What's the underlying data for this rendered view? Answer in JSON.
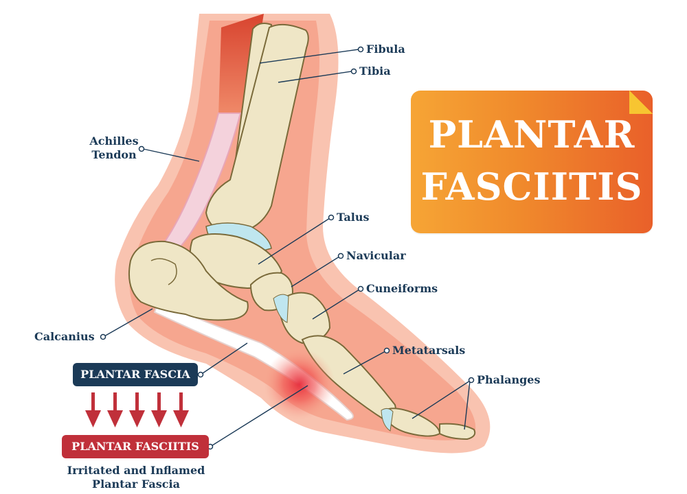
{
  "title": {
    "line1": "PLANTAR",
    "line2": "FASCIITIS"
  },
  "labels": {
    "fibula": "Fibula",
    "tibia": "Tibia",
    "achilles_1": "Achilles",
    "achilles_2": "Tendon",
    "talus": "Talus",
    "navicular": "Navicular",
    "cuneiforms": "Cuneiforms",
    "metatarsals": "Metatarsals",
    "phalanges": "Phalanges",
    "calcanius": "Calcanius"
  },
  "boxes": {
    "plantar_fascia": "PLANTAR FASCIA",
    "plantar_fasciitis": "PLANTAR FASCIITIS"
  },
  "caption": {
    "line1": "Irritated and Inflamed",
    "line2": "Plantar Fascia"
  },
  "colors": {
    "navy": "#1b3a57",
    "red": "#c0303a",
    "bone": "#efe6c6",
    "cartilage": "#bfe6ef",
    "skin": "#f7b9a4",
    "orange_start": "#f6a535",
    "orange_end": "#e9602a"
  }
}
